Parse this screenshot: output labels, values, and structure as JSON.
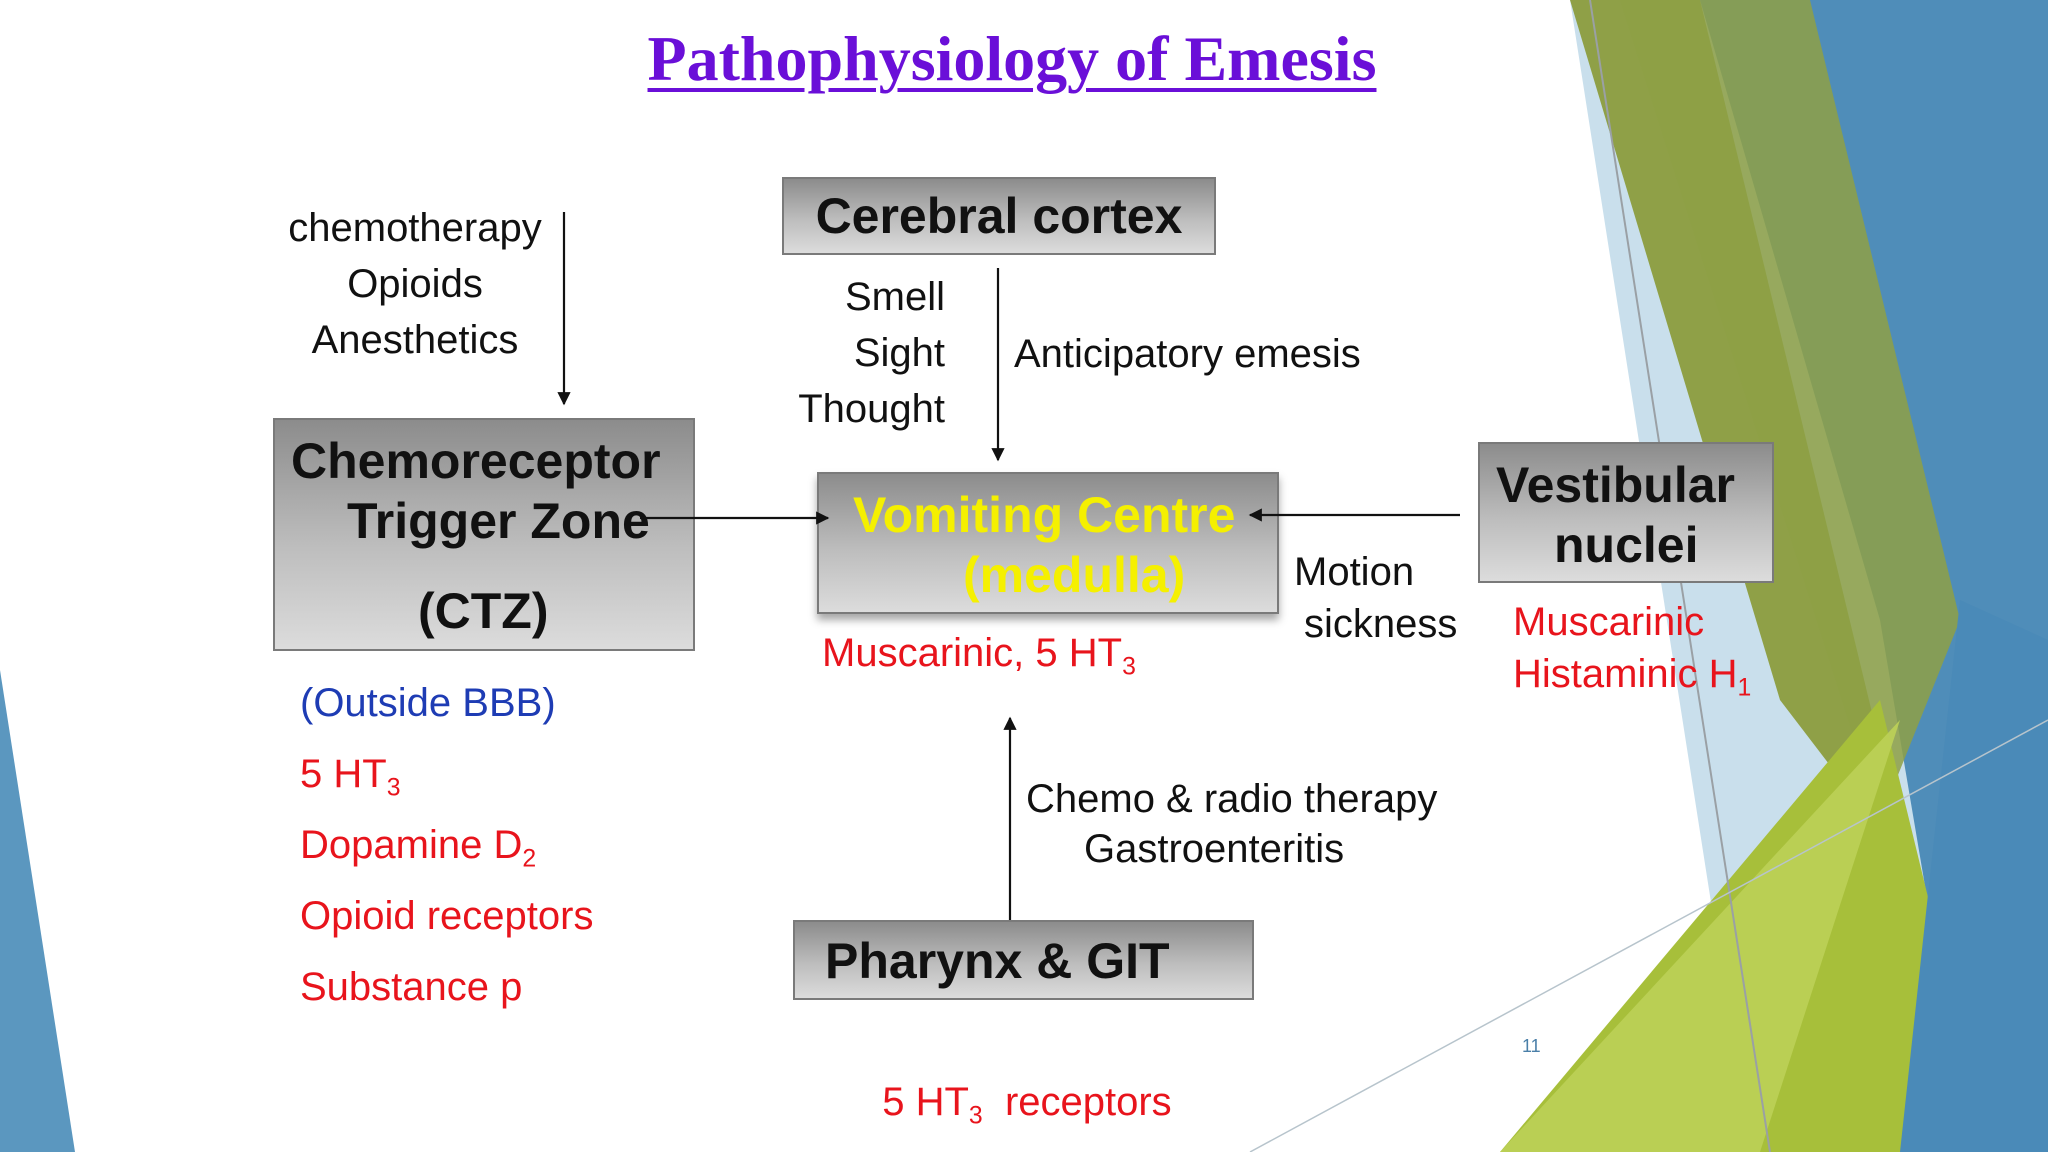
{
  "title": "Pathophysiology of Emesis",
  "colors": {
    "title": "#6a0fd8",
    "receptor_red": "#e8141c",
    "bbb_blue": "#1e3cb4",
    "vomiting_yellow": "#f5f000",
    "green_dark": "#8ea045",
    "green_light": "#a9c23c",
    "blue_dark": "#4a8ab8",
    "blue_light": "#c5dcea"
  },
  "nodes": {
    "cerebral_cortex": "Cerebral cortex",
    "ctz": {
      "line1": "Chemoreceptor",
      "line2": "Trigger Zone",
      "line3": "(CTZ)"
    },
    "vomiting_centre": {
      "line1": "Vomiting Centre",
      "line2": "(medulla)"
    },
    "vestibular": {
      "line1": "Vestibular",
      "line2": "nuclei"
    },
    "pharynx": "Pharynx & GIT"
  },
  "ctz_inputs": [
    "chemotherapy",
    "Opioids",
    "Anesthetics"
  ],
  "cortex_inputs": [
    "Smell",
    "Sight",
    "Thought"
  ],
  "anticipatory": "Anticipatory emesis",
  "motion_sickness": {
    "line1": "Motion",
    "line2": "sickness"
  },
  "chemo_radio": {
    "line1": "Chemo & radio therapy",
    "line2": "Gastroenteritis"
  },
  "ctz_receptors": {
    "bbb": "(Outside BBB)",
    "ht_prefix": "5 HT",
    "ht_sub": "3",
    "dopamine_prefix": "Dopamine D",
    "dopamine_sub": "2",
    "opioid": "Opioid receptors",
    "substance": "Substance p"
  },
  "vc_receptors": {
    "prefix": "Muscarinic, 5 HT",
    "sub": "3"
  },
  "vestibular_receptors": {
    "line1": "Muscarinic",
    "line2_prefix": "Histaminic H",
    "line2_sub": "1"
  },
  "pharynx_receptors": {
    "prefix": "5 HT",
    "sub": "3",
    "suffix": "  receptors"
  },
  "slide_number": "11"
}
